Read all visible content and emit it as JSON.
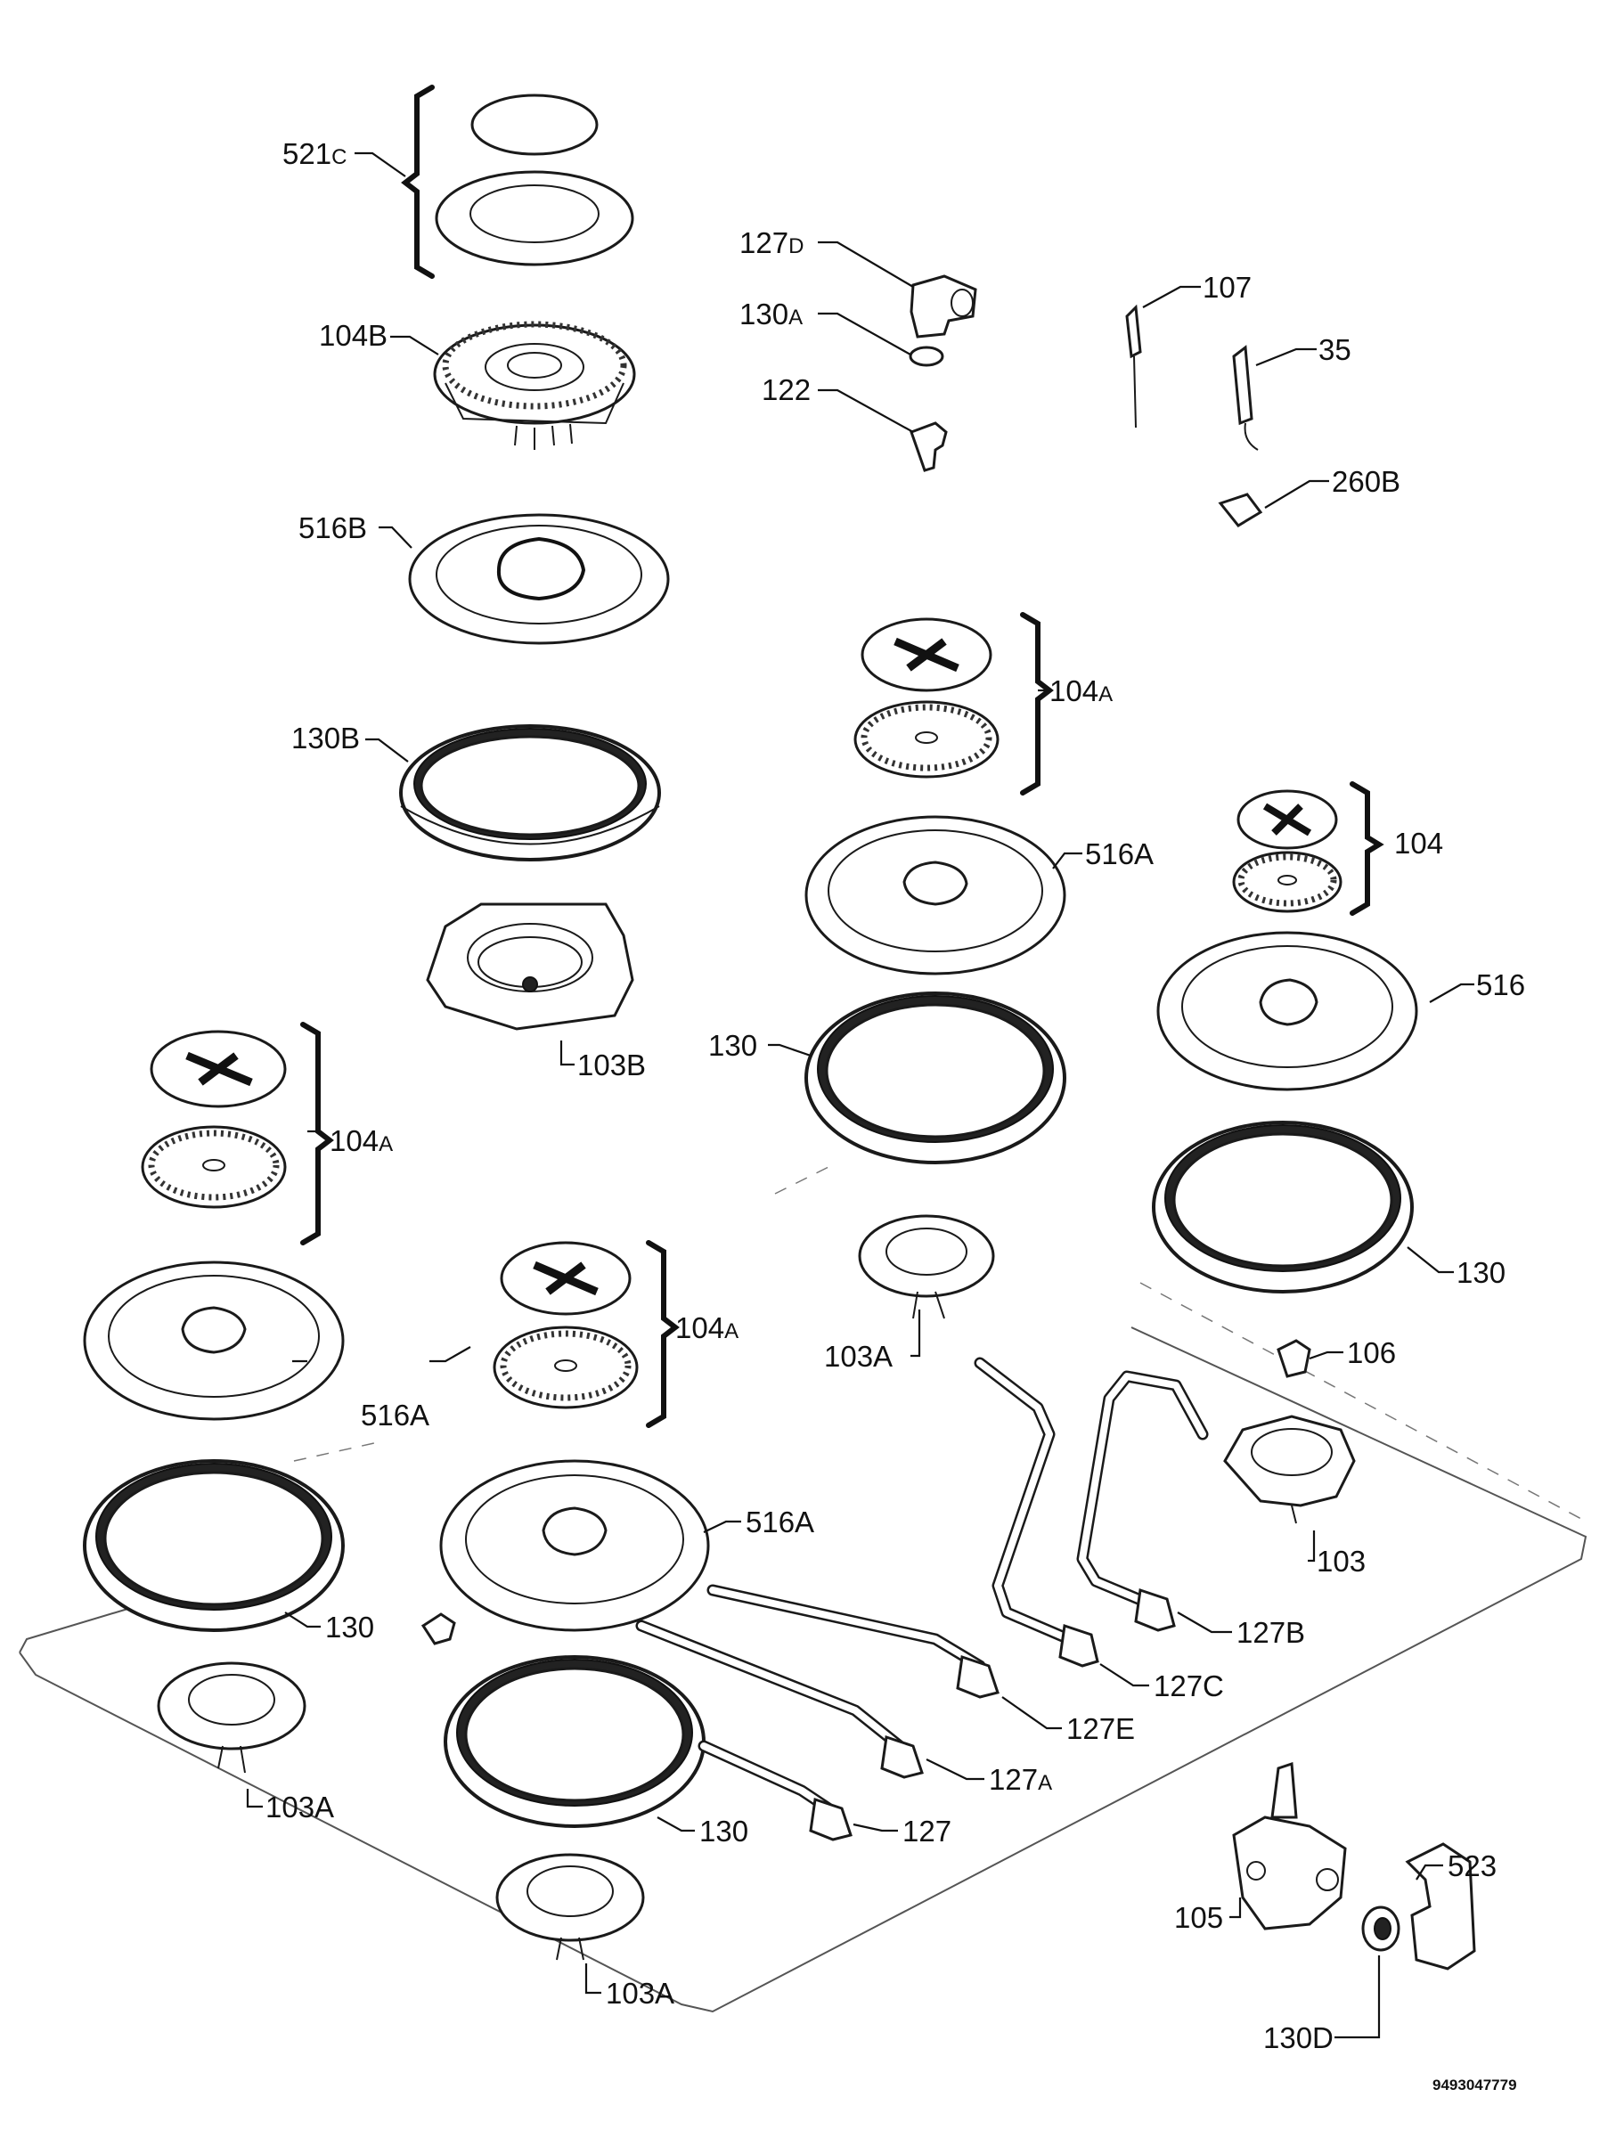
{
  "diagram": {
    "labels": {
      "l521c": {
        "main": "521",
        "sub": "C"
      },
      "l104b": {
        "main": "104B"
      },
      "l516b": {
        "main": "516B"
      },
      "l130b": {
        "main": "130B"
      },
      "l103b": {
        "main": "103B"
      },
      "l127d": {
        "main": "127",
        "sub": "D"
      },
      "l130a": {
        "main": "130",
        "sub": "A"
      },
      "l122": {
        "main": "122"
      },
      "l107": {
        "main": "107"
      },
      "l35": {
        "main": "35"
      },
      "l260b": {
        "main": "260B"
      },
      "l104a_top": {
        "main": "104",
        "sub": "A"
      },
      "l104": {
        "main": "104"
      },
      "l516a_mid": {
        "main": "516A"
      },
      "l516": {
        "main": "516"
      },
      "l130_mid": {
        "main": "130"
      },
      "l130_right": {
        "main": "130"
      },
      "l104a_left": {
        "main": "104",
        "sub": "A"
      },
      "l104a_center": {
        "main": "104",
        "sub": "A"
      },
      "l516a_left": {
        "main": "516A"
      },
      "l103a_mid": {
        "main": "103A"
      },
      "l106": {
        "main": "106"
      },
      "l103": {
        "main": "103"
      },
      "l516a_front": {
        "main": "516A"
      },
      "l127b": {
        "main": "127B"
      },
      "l130_left": {
        "main": "130"
      },
      "l127c": {
        "main": "127C"
      },
      "l127e": {
        "main": "127E"
      },
      "l103a_left": {
        "main": "103A"
      },
      "l127a": {
        "main": "127",
        "sub": "A"
      },
      "l127": {
        "main": "127"
      },
      "l130_front": {
        "main": "130"
      },
      "l523": {
        "main": "523"
      },
      "l105": {
        "main": "105"
      },
      "l103a_front": {
        "main": "103A"
      },
      "l130d": {
        "main": "130D"
      }
    },
    "document_number": "9493047779"
  }
}
